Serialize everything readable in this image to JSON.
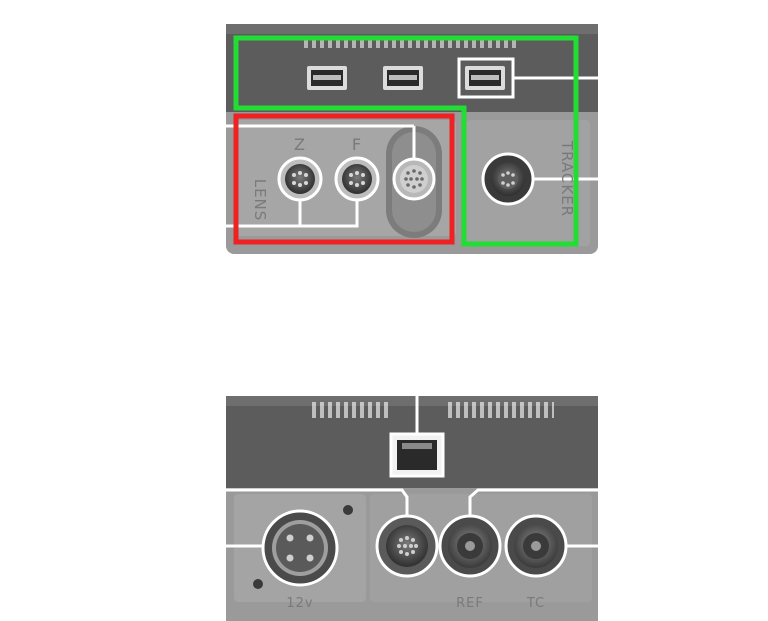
{
  "top_unit": {
    "labels": {
      "lens": "LENS",
      "zoom": "Z",
      "focus": "F",
      "tracker": "TRACKER"
    },
    "highlight_colors": {
      "green": "#22dd33",
      "red": "#ee2222"
    }
  },
  "bottom_unit": {
    "labels": {
      "power": "12v",
      "ref": "REF",
      "tc": "TC"
    }
  },
  "colors": {
    "body_dark": "#5c5c5c",
    "body_light": "#9a9a9a",
    "callout": "#ffffff"
  }
}
